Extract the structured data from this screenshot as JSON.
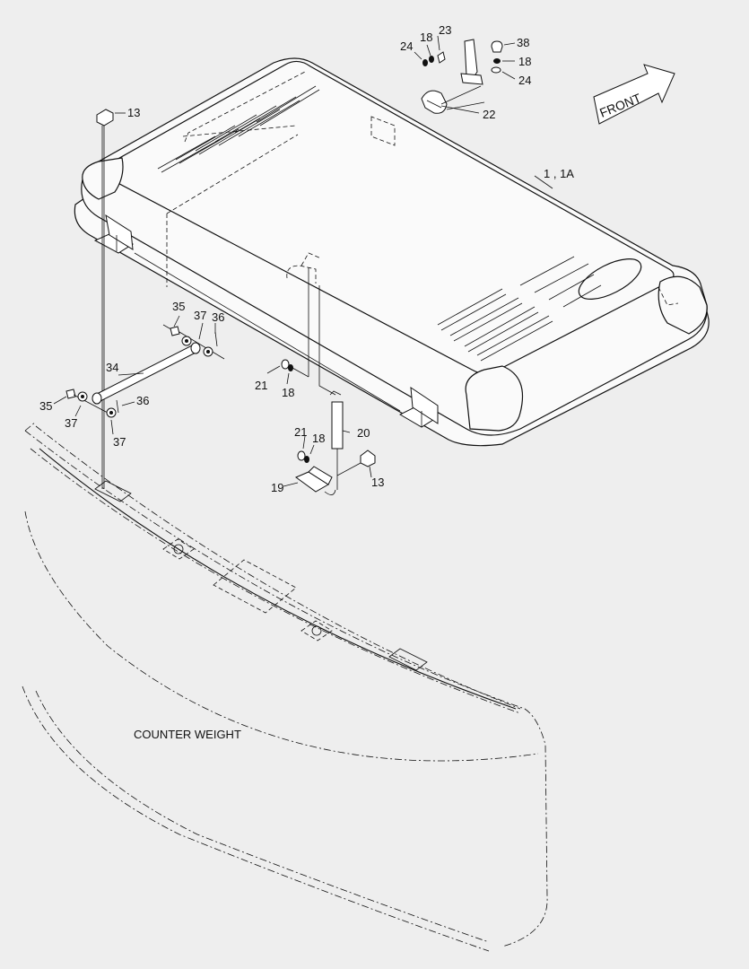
{
  "diagram": {
    "front_arrow_label": "FRONT",
    "counterweight_label": "COUNTER WEIGHT",
    "callouts": {
      "c13a": "13",
      "c24a": "24",
      "c18a": "18",
      "c23": "23",
      "c38": "38",
      "c18b": "18",
      "c24b": "24",
      "c22": "22",
      "c1_1a": "1 , 1A",
      "c35a": "35",
      "c37a": "37",
      "c36a": "36",
      "c34": "34",
      "c35b": "35",
      "c37b": "37",
      "c36b": "36",
      "c37c": "37",
      "c21a": "21",
      "c18c": "18",
      "c20": "20",
      "c21b": "21",
      "c18d": "18",
      "c19": "19",
      "c13b": "13"
    }
  }
}
